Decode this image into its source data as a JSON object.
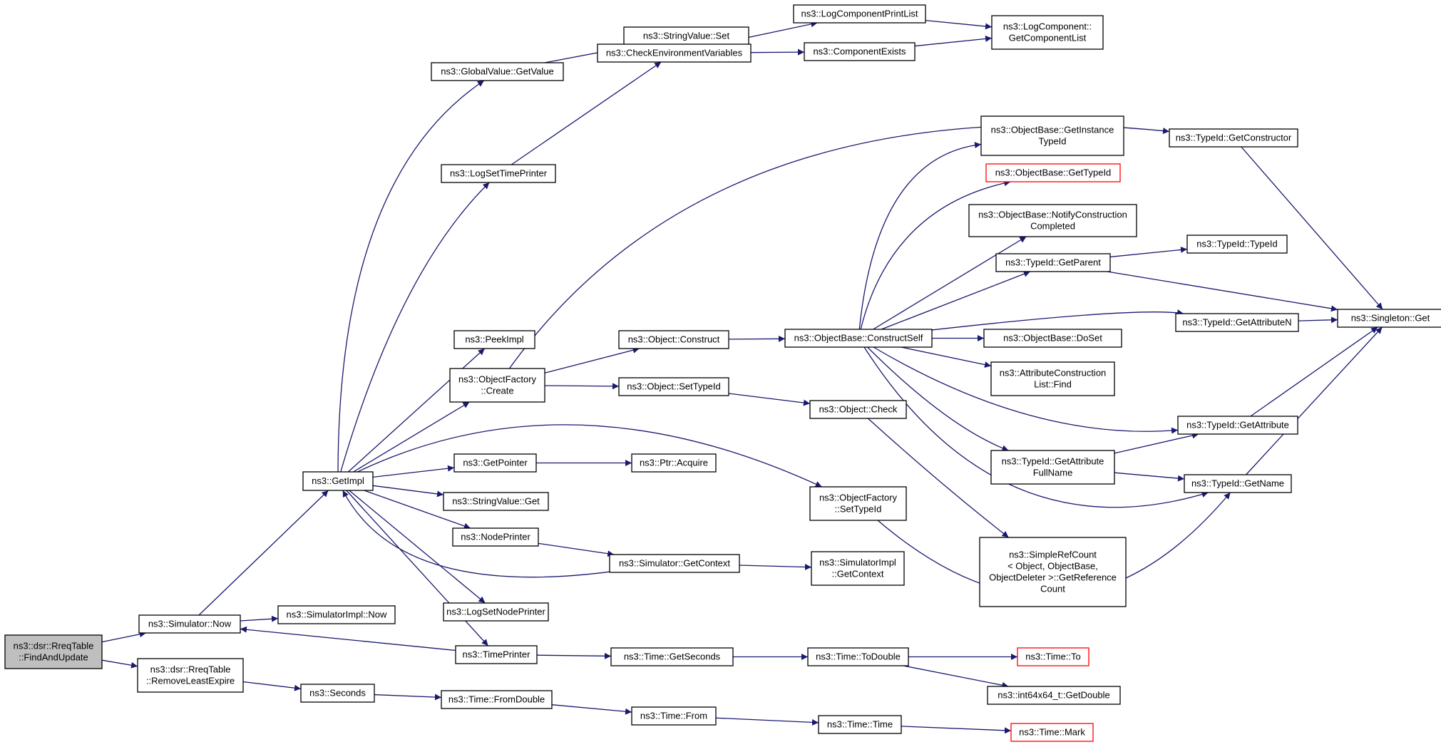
{
  "nodes": [
    {
      "id": "root",
      "lines": [
        "ns3::dsr::RreqTable",
        "::FindAndUpdate"
      ],
      "style": "root"
    },
    {
      "id": "simnow",
      "lines": [
        "ns3::Simulator::Now"
      ]
    },
    {
      "id": "rle",
      "lines": [
        "ns3::dsr::RreqTable",
        "::RemoveLeastExpire"
      ]
    },
    {
      "id": "getimpl",
      "lines": [
        "ns3::GetImpl"
      ]
    },
    {
      "id": "simimplnow",
      "lines": [
        "ns3::SimulatorImpl::Now"
      ]
    },
    {
      "id": "seconds",
      "lines": [
        "ns3::Seconds"
      ]
    },
    {
      "id": "gvget",
      "lines": [
        "ns3::GlobalValue::GetValue"
      ]
    },
    {
      "id": "logtime",
      "lines": [
        "ns3::LogSetTimePrinter"
      ]
    },
    {
      "id": "peek",
      "lines": [
        "ns3::PeekImpl"
      ]
    },
    {
      "id": "ofcreate",
      "lines": [
        "ns3::ObjectFactory",
        "::Create"
      ]
    },
    {
      "id": "getptr",
      "lines": [
        "ns3::GetPointer"
      ]
    },
    {
      "id": "svget",
      "lines": [
        "ns3::StringValue::Get"
      ]
    },
    {
      "id": "nodep",
      "lines": [
        "ns3::NodePrinter"
      ]
    },
    {
      "id": "lognode",
      "lines": [
        "ns3::LogSetNodePrinter"
      ]
    },
    {
      "id": "timep",
      "lines": [
        "ns3::TimePrinter"
      ]
    },
    {
      "id": "tfromd",
      "lines": [
        "ns3::Time::FromDouble"
      ]
    },
    {
      "id": "svset",
      "lines": [
        "ns3::StringValue::Set"
      ]
    },
    {
      "id": "checkenv",
      "lines": [
        "ns3::CheckEnvironmentVariables"
      ]
    },
    {
      "id": "objconstruct",
      "lines": [
        "ns3::Object::Construct"
      ]
    },
    {
      "id": "objsettid",
      "lines": [
        "ns3::Object::SetTypeId"
      ]
    },
    {
      "id": "ptracq",
      "lines": [
        "ns3::Ptr::Acquire"
      ]
    },
    {
      "id": "simgetctx",
      "lines": [
        "ns3::Simulator::GetContext"
      ]
    },
    {
      "id": "tgetsec",
      "lines": [
        "ns3::Time::GetSeconds"
      ]
    },
    {
      "id": "tfrom",
      "lines": [
        "ns3::Time::From"
      ]
    },
    {
      "id": "logprint",
      "lines": [
        "ns3::LogComponentPrintList"
      ]
    },
    {
      "id": "compexists",
      "lines": [
        "ns3::ComponentExists"
      ]
    },
    {
      "id": "obconstructself",
      "lines": [
        "ns3::ObjectBase::ConstructSelf"
      ]
    },
    {
      "id": "objcheck",
      "lines": [
        "ns3::Object::Check"
      ]
    },
    {
      "id": "ofsettid",
      "lines": [
        "ns3::ObjectFactory",
        "::SetTypeId"
      ]
    },
    {
      "id": "simimplctx",
      "lines": [
        "ns3::SimulatorImpl",
        "::GetContext"
      ]
    },
    {
      "id": "ttodouble",
      "lines": [
        "ns3::Time::ToDouble"
      ]
    },
    {
      "id": "ttime",
      "lines": [
        "ns3::Time::Time"
      ]
    },
    {
      "id": "lcgetlist",
      "lines": [
        "ns3::LogComponent::",
        "GetComponentList"
      ]
    },
    {
      "id": "obgetinst",
      "lines": [
        "ns3::ObjectBase::GetInstance",
        "TypeId"
      ]
    },
    {
      "id": "obgettid",
      "lines": [
        "ns3::ObjectBase::GetTypeId"
      ],
      "style": "red"
    },
    {
      "id": "obnotify",
      "lines": [
        "ns3::ObjectBase::NotifyConstruction",
        "Completed"
      ]
    },
    {
      "id": "tidparent",
      "lines": [
        "ns3::TypeId::GetParent"
      ]
    },
    {
      "id": "obdoset",
      "lines": [
        "ns3::ObjectBase::DoSet"
      ]
    },
    {
      "id": "attrfind",
      "lines": [
        "ns3::AttributeConstruction",
        "List::Find"
      ]
    },
    {
      "id": "tidattrfull",
      "lines": [
        "ns3::TypeId::GetAttribute",
        "FullName"
      ]
    },
    {
      "id": "simplerc",
      "lines": [
        "ns3::SimpleRefCount",
        "< Object, ObjectBase,",
        "ObjectDeleter >::GetReference",
        "Count"
      ]
    },
    {
      "id": "tto",
      "lines": [
        "ns3::Time::To"
      ],
      "style": "red"
    },
    {
      "id": "int64",
      "lines": [
        "ns3::int64x64_t::GetDouble"
      ]
    },
    {
      "id": "tmark",
      "lines": [
        "ns3::Time::Mark"
      ],
      "style": "red"
    },
    {
      "id": "tidctor",
      "lines": [
        "ns3::TypeId::GetConstructor"
      ]
    },
    {
      "id": "tidtid",
      "lines": [
        "ns3::TypeId::TypeId"
      ]
    },
    {
      "id": "tidattrn",
      "lines": [
        "ns3::TypeId::GetAttributeN"
      ]
    },
    {
      "id": "tidattr",
      "lines": [
        "ns3::TypeId::GetAttribute"
      ]
    },
    {
      "id": "tidname",
      "lines": [
        "ns3::TypeId::GetName"
      ]
    },
    {
      "id": "singleton",
      "lines": [
        "ns3::Singleton::Get"
      ]
    }
  ],
  "edges": [
    [
      "root",
      "simnow"
    ],
    [
      "root",
      "rle"
    ],
    [
      "simnow",
      "getimpl"
    ],
    [
      "simnow",
      "simimplnow"
    ],
    [
      "rle",
      "seconds"
    ],
    [
      "seconds",
      "tfromd"
    ],
    [
      "tfromd",
      "tfrom"
    ],
    [
      "tfrom",
      "ttime"
    ],
    [
      "ttime",
      "tmark"
    ],
    [
      "getimpl",
      "gvget"
    ],
    [
      "getimpl",
      "logtime"
    ],
    [
      "getimpl",
      "peek"
    ],
    [
      "getimpl",
      "ofcreate"
    ],
    [
      "getimpl",
      "getptr"
    ],
    [
      "getimpl",
      "svget"
    ],
    [
      "getimpl",
      "nodep"
    ],
    [
      "getimpl",
      "lognode"
    ],
    [
      "getimpl",
      "timep"
    ],
    [
      "getimpl",
      "ofsettid"
    ],
    [
      "gvget",
      "svset"
    ],
    [
      "logtime",
      "checkenv"
    ],
    [
      "checkenv",
      "logprint"
    ],
    [
      "checkenv",
      "compexists"
    ],
    [
      "logprint",
      "lcgetlist"
    ],
    [
      "compexists",
      "lcgetlist"
    ],
    [
      "ofcreate",
      "objconstruct"
    ],
    [
      "ofcreate",
      "objsettid"
    ],
    [
      "ofcreate",
      "tidctor"
    ],
    [
      "objconstruct",
      "obconstructself"
    ],
    [
      "objsettid",
      "objcheck"
    ],
    [
      "objcheck",
      "simplerc"
    ],
    [
      "getptr",
      "ptracq"
    ],
    [
      "nodep",
      "simgetctx"
    ],
    [
      "simgetctx",
      "getimpl"
    ],
    [
      "simgetctx",
      "simimplctx"
    ],
    [
      "timep",
      "simnow"
    ],
    [
      "timep",
      "tgetsec"
    ],
    [
      "tgetsec",
      "ttodouble"
    ],
    [
      "ttodouble",
      "tto"
    ],
    [
      "ttodouble",
      "int64"
    ],
    [
      "ofsettid",
      "tidname"
    ],
    [
      "obconstructself",
      "obgetinst"
    ],
    [
      "obconstructself",
      "obgettid"
    ],
    [
      "obconstructself",
      "obnotify"
    ],
    [
      "obconstructself",
      "tidparent"
    ],
    [
      "obconstructself",
      "tidattrn"
    ],
    [
      "obconstructself",
      "obdoset"
    ],
    [
      "obconstructself",
      "attrfind"
    ],
    [
      "obconstructself",
      "tidattr"
    ],
    [
      "obconstructself",
      "tidattrfull"
    ],
    [
      "obconstructself",
      "tidname"
    ],
    [
      "tidparent",
      "tidtid"
    ],
    [
      "tidparent",
      "singleton"
    ],
    [
      "tidattrn",
      "singleton"
    ],
    [
      "tidattr",
      "singleton"
    ],
    [
      "tidname",
      "singleton"
    ],
    [
      "tidctor",
      "singleton"
    ],
    [
      "tidattrfull",
      "tidattr"
    ],
    [
      "tidattrfull",
      "tidname"
    ]
  ]
}
